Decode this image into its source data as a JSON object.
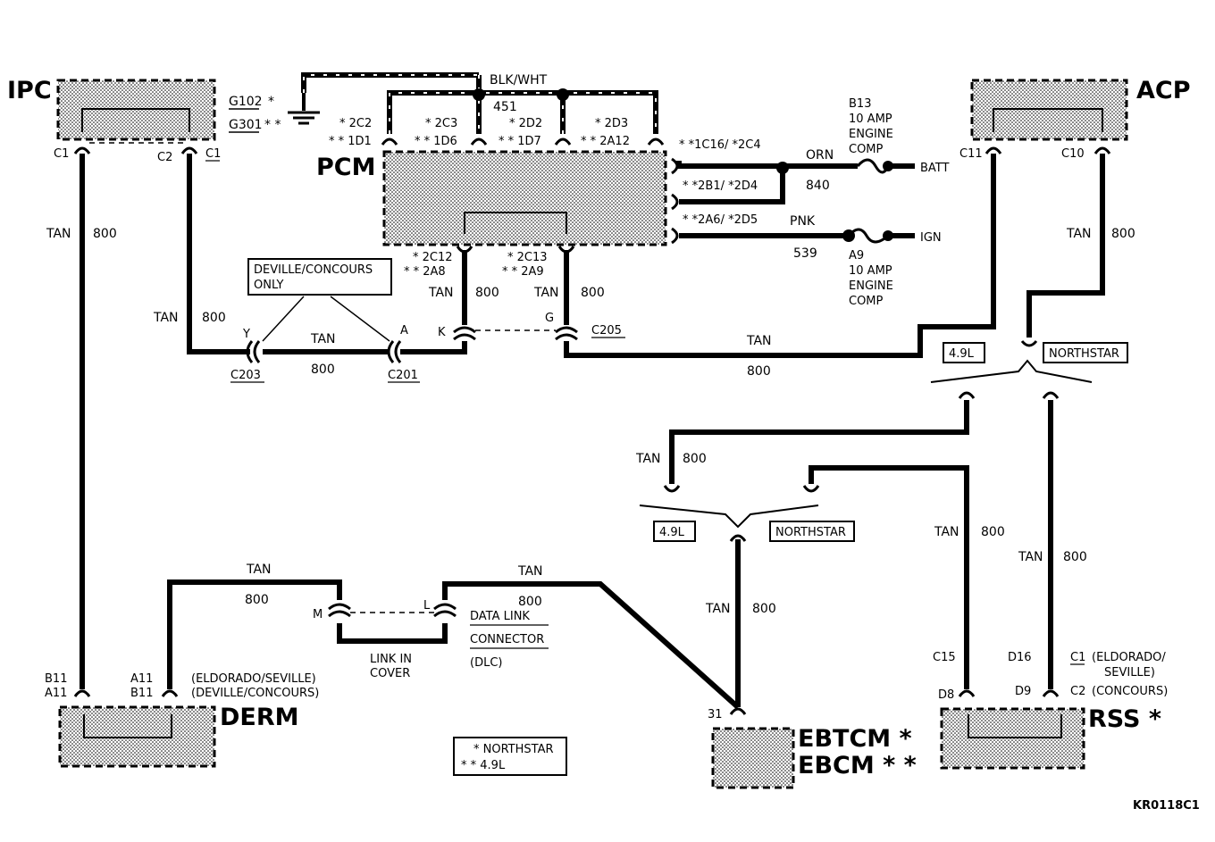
{
  "modules": {
    "ipc": "IPC",
    "acp": "ACP",
    "pcm": "PCM",
    "derm": "DERM",
    "ebtcm": "EBTCM *",
    "ebcm": "EBCM * *",
    "rss": "RSS *"
  },
  "wires": {
    "wire_color": "TAN",
    "circuit": "800",
    "blk_wht": "BLK/WHT",
    "circuit_451": "451",
    "orn": "ORN",
    "circuit_840": "840",
    "pnk": "PNK",
    "circuit_539": "539"
  },
  "grounds": {
    "g102": "G102",
    "g301": "G301",
    "star1": "*",
    "star2": "* *"
  },
  "pcm_pins": {
    "p2c2": "* 2C2",
    "p1d1": "* * 1D1",
    "p2c3": "* 2C3",
    "p1d6": "* * 1D6",
    "p2d2": "* 2D2",
    "p1d7": "* * 1D7",
    "p2d3": "* 2D3",
    "p2a12": "* * 2A12",
    "p1c16": "* *1C16/ *2C4",
    "p2b1": "* *2B1/ *2D4",
    "p2a6": "* *2A6/ *2D5",
    "p2c12": "* 2C12",
    "p2a8": "* * 2A8",
    "p2c13": "* 2C13",
    "p2a9": "* * 2A9"
  },
  "fuses": {
    "b13": "B13",
    "b13_amp": "10 AMP",
    "b13_name1": "ENGINE",
    "b13_name2": "COMP",
    "batt": "BATT",
    "a9": "A9",
    "a9_amp": "10 AMP",
    "a9_name1": "ENGINE",
    "a9_name2": "COMP",
    "ign": "IGN"
  },
  "connectors": {
    "ipc_c1": "C1",
    "ipc_c2": "C2",
    "ipc_c1b": "C1",
    "acp_c11": "C11",
    "acp_c10": "C10",
    "c203": "C203",
    "c203_pin": "Y",
    "c201": "C201",
    "c201_pin": "A",
    "c205": "C205",
    "c205_pin_k": "K",
    "c205_pin_g": "G",
    "dlc_m": "M",
    "dlc_l": "L",
    "derm_b11": "B11",
    "derm_a11": "A11",
    "derm_a11b": "A11",
    "derm_b11b": "B11",
    "ebtcm_31": "31",
    "rss_c15": "C15",
    "rss_d16": "D16",
    "rss_c1": "C1",
    "rss_d8": "D8",
    "rss_d9": "D9",
    "rss_c2": "C2"
  },
  "notes": {
    "deville_only_1": "DEVILLE/CONCOURS",
    "deville_only_2": "ONLY",
    "engine_49_a": "4.9L",
    "northstar_a": "NORTHSTAR",
    "engine_49_b": "4.9L",
    "northstar_b": "NORTHSTAR",
    "derm_var1": "(ELDORADO/SEVILLE)",
    "derm_var2": "(DEVILLE/CONCOURS)",
    "rss_var1": "(ELDORADO/",
    "rss_var2": "SEVILLE)",
    "rss_var3": "(CONCOURS)",
    "link_cover1": "LINK IN",
    "link_cover2": "COVER",
    "dlc1": "DATA LINK",
    "dlc2": "CONNECTOR",
    "dlc3": "(DLC)"
  },
  "legend": {
    "northstar": "* NORTHSTAR",
    "l49": "* * 4.9L"
  },
  "figure_id": "KR0118C1"
}
